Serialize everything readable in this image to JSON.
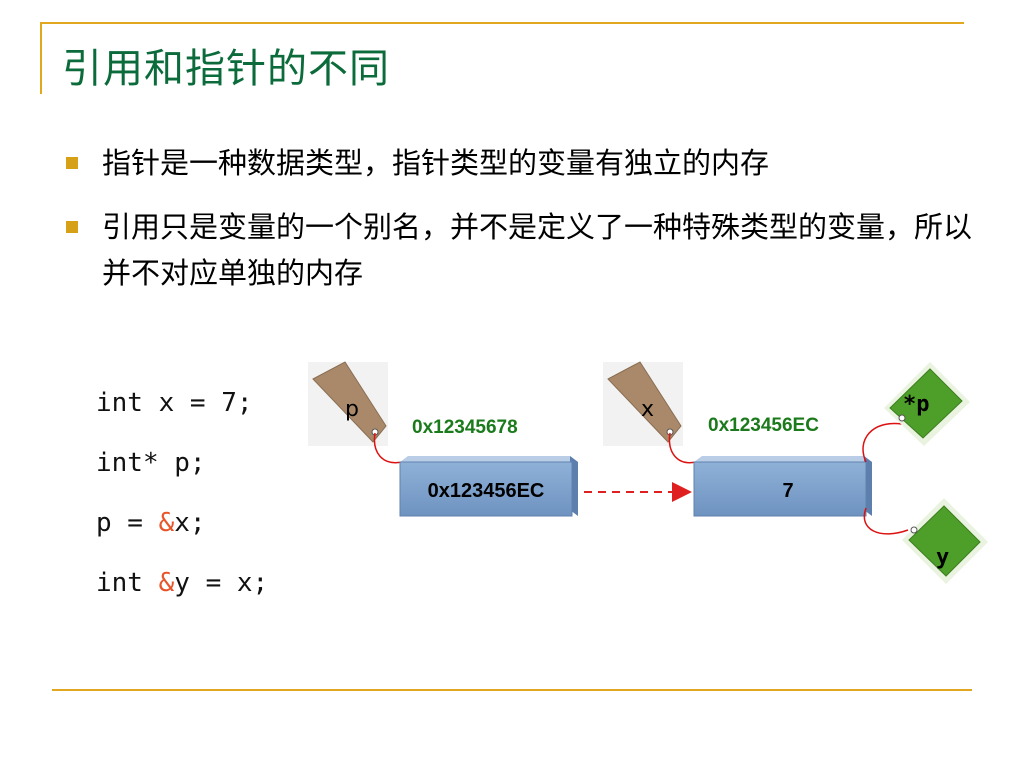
{
  "title": "引用和指针的不同",
  "bullets": [
    "指针是一种数据类型，指针类型的变量有独立的内存",
    "引用只是变量的一个别名，并不是定义了一种特殊类型的变量，所以并不对应单独的内存"
  ],
  "code": {
    "line1": "int x = 7;",
    "line2": "int* p;",
    "line3_pre": "p = ",
    "line3_amp": "&",
    "line3_post": "x;",
    "line4_pre": "int ",
    "line4_amp": "&",
    "line4_post": "y = x;"
  },
  "diagram": {
    "pointer_tag": "p",
    "pointer_address": "0x12345678",
    "pointer_box_value": "0x123456EC",
    "var_tag": "x",
    "var_address": "0x123456EC",
    "var_box_value": "7",
    "alias_deref": "*p",
    "alias_ref": "y"
  },
  "colors": {
    "title": "#0B6B3A",
    "rule": "#E0A71F",
    "bullet": "#D6A116",
    "ampersand": "#E8552B",
    "box": "#7FA3CC",
    "address": "#1B7A1B",
    "arrow": "#E02020",
    "green_tag": "#4E9E2A",
    "brown_tag": "#A9896A"
  }
}
